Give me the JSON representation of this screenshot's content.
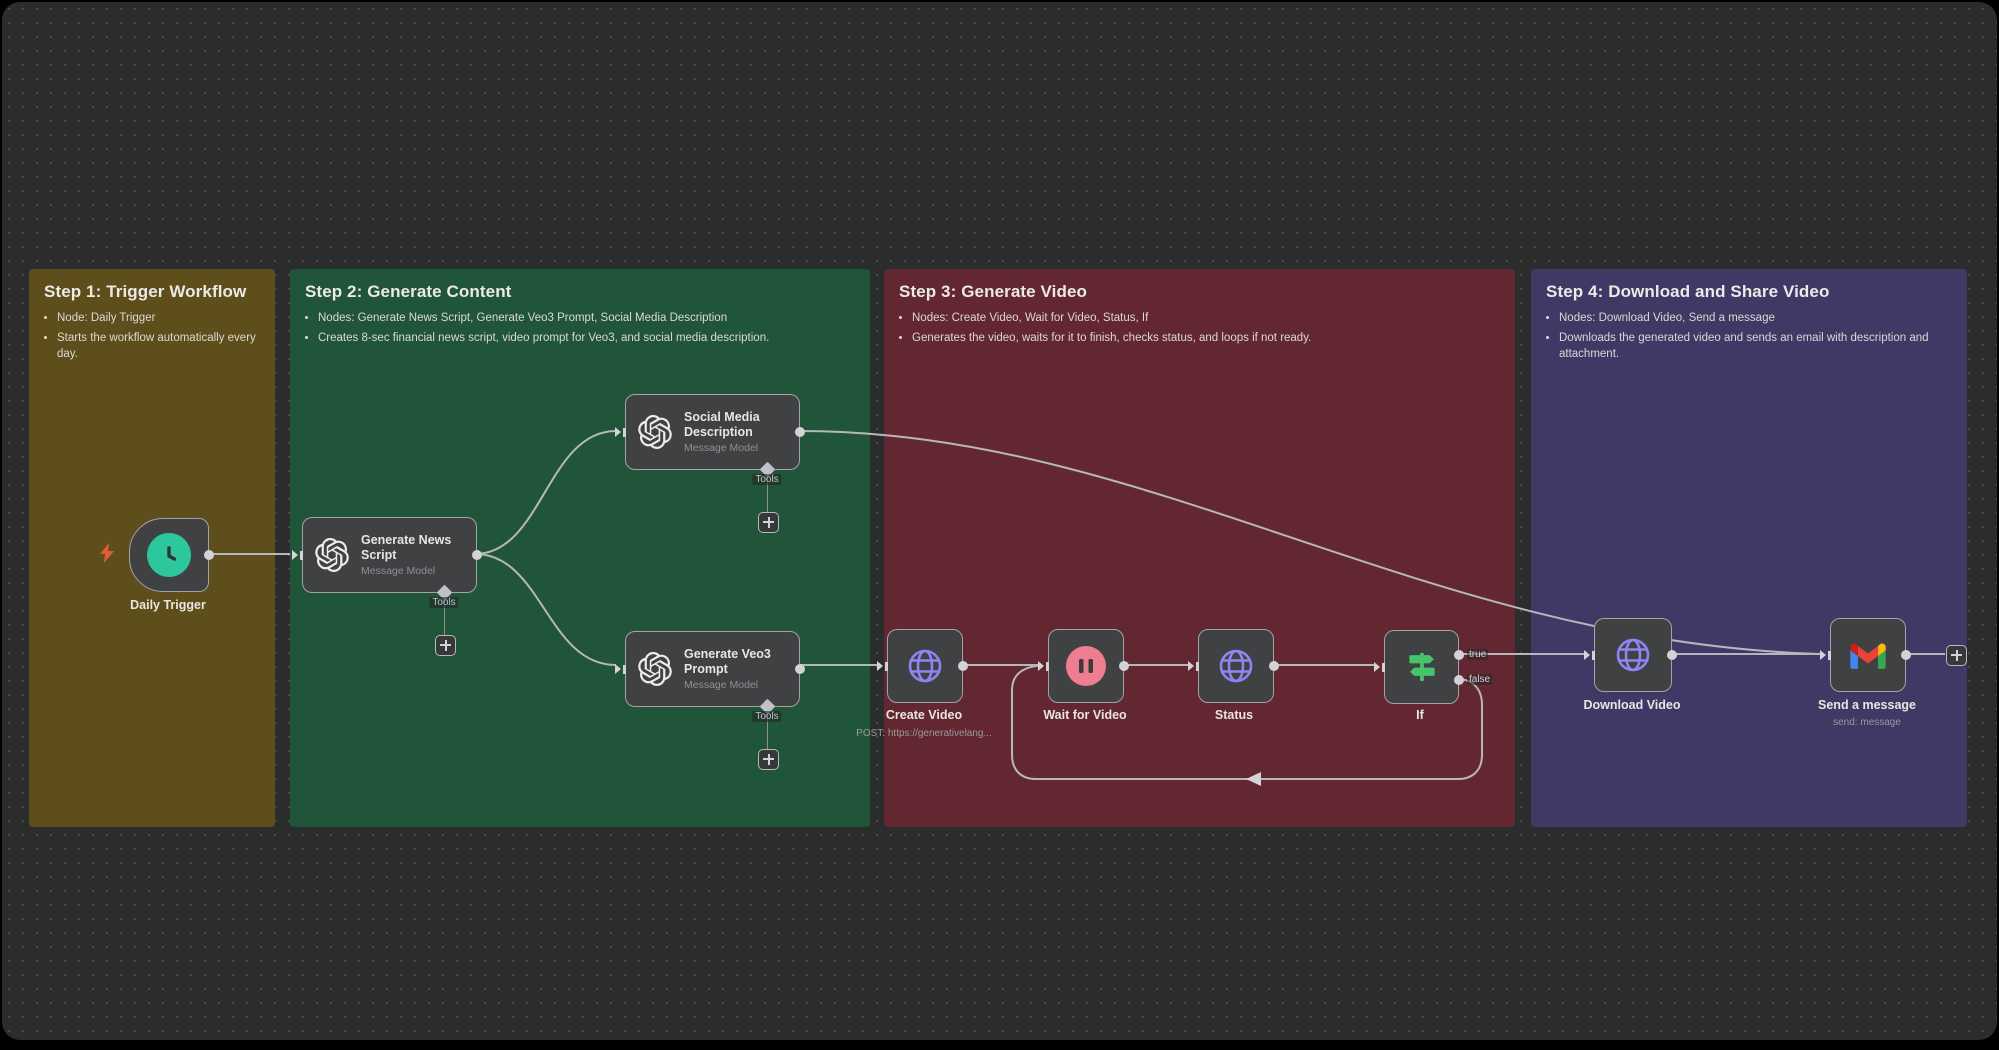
{
  "colors": {
    "canvas_bg": "#2b2c2c",
    "grid_dot": "#4a4b4b",
    "edge_line": "#b6b7ba",
    "node_bg": "#3f4143",
    "node_border": "#a3a4a7",
    "sticky_yellow": "#5e4e1b",
    "sticky_green": "#215539",
    "sticky_red": "#632731",
    "sticky_purple": "#3e3965",
    "trigger_icon_green": "#2cc79d",
    "globe_icon_purple": "#8d85f1",
    "pause_icon_pink": "#ef7d90",
    "if_icon_green": "#46c46a",
    "bolt_orange": "#e25a3a"
  },
  "stickies": [
    {
      "title": "Step 1: Trigger Workflow",
      "bullets": [
        "Node: Daily Trigger",
        "Starts the workflow automatically every day."
      ]
    },
    {
      "title": "Step 2: Generate Content",
      "bullets": [
        "Nodes: Generate News Script, Generate Veo3 Prompt, Social Media Description",
        "Creates 8-sec financial news script, video prompt for Veo3, and social media description."
      ]
    },
    {
      "title": "Step 3: Generate Video",
      "bullets": [
        "Nodes: Create Video, Wait for Video, Status, If",
        "Generates the video, waits for it to finish, checks status, and loops if not ready."
      ]
    },
    {
      "title": "Step 4: Download and Share Video",
      "bullets": [
        "Nodes: Download Video, Send a message",
        "Downloads the generated video and sends an email with description and attachment."
      ]
    }
  ],
  "nodes": {
    "daily_trigger": {
      "label": "Daily Trigger",
      "icon": "clock-icon"
    },
    "generate_news_script": {
      "title": "Generate News Script",
      "subtitle": "Message Model",
      "icon": "openai-icon"
    },
    "social_media_description": {
      "title": "Social Media Description",
      "subtitle": "Message Model",
      "icon": "openai-icon"
    },
    "generate_veo3_prompt": {
      "title": "Generate Veo3 Prompt",
      "subtitle": "Message Model",
      "icon": "openai-icon"
    },
    "create_video": {
      "label": "Create Video",
      "sublabel": "POST: https://generativelang...",
      "icon": "globe-icon"
    },
    "wait_for_video": {
      "label": "Wait for Video",
      "icon": "pause-icon"
    },
    "status": {
      "label": "Status",
      "icon": "globe-icon"
    },
    "if": {
      "label": "If",
      "icon": "signpost-icon",
      "outputs": {
        "true": "true",
        "false": "false"
      }
    },
    "download_video": {
      "label": "Download Video",
      "icon": "globe-icon"
    },
    "send_message": {
      "label": "Send a message",
      "sublabel": "send: message",
      "icon": "gmail-icon"
    }
  },
  "labels": {
    "tools": "Tools"
  }
}
